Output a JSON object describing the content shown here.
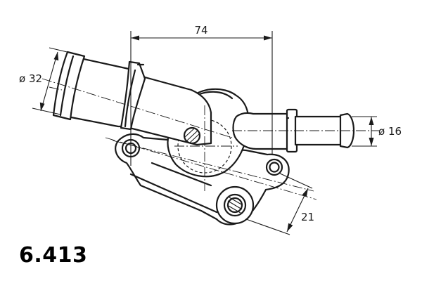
{
  "part_number": "6.413",
  "dimensions": {
    "center_distance": "74",
    "inlet_diameter": "ø 32",
    "outlet_diameter": "ø 16",
    "mount_spacing": "21"
  },
  "colors": {
    "line": "#1a1a1a",
    "background": "#ffffff"
  }
}
